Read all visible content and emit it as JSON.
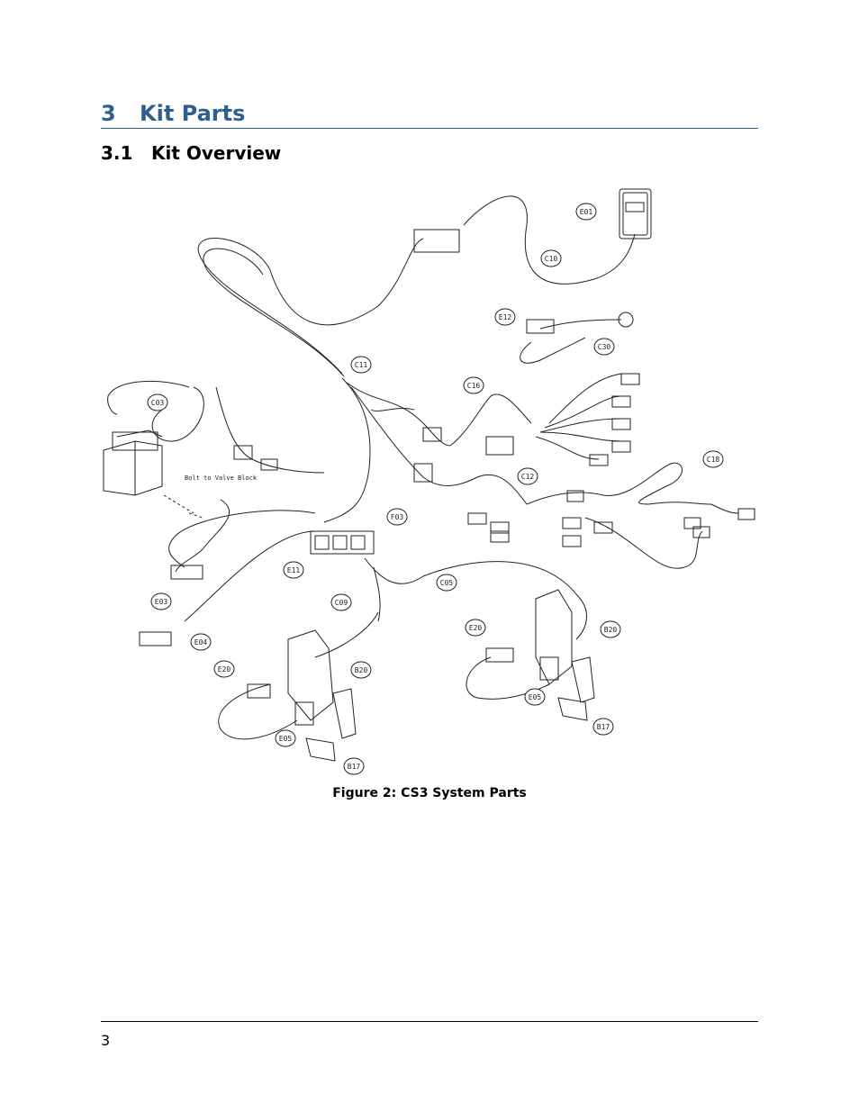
{
  "section": {
    "number": "3",
    "title": "Kit Parts"
  },
  "subsection": {
    "number": "3.1",
    "title": "Kit Overview"
  },
  "figure": {
    "caption": "Figure 2: CS3 System Parts",
    "callouts": [
      "E01",
      "C10",
      "E12",
      "C30",
      "C11",
      "C16",
      "C03",
      "E03",
      "E11",
      "F03",
      "C12",
      "C18",
      "C05",
      "C09",
      "E04",
      "E20",
      "B20",
      "E05",
      "B17"
    ],
    "note": "Bolt to Valve Block"
  },
  "footer": {
    "page_number": "3"
  }
}
